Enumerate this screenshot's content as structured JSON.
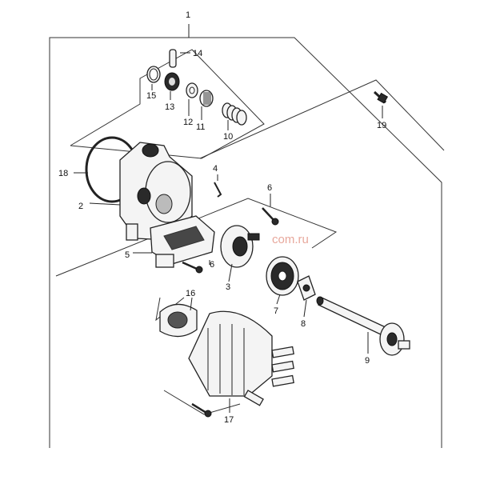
{
  "labels": {
    "l1": "1",
    "l2": "2",
    "l3": "3",
    "l4": "4",
    "l5": "5",
    "l6a": "6",
    "l6b": "6",
    "l7": "7",
    "l8": "8",
    "l9": "9",
    "l10": "10",
    "l11": "11",
    "l12": "12",
    "l13": "13",
    "l14": "14",
    "l15": "15",
    "l16": "16",
    "l17": "17",
    "l18": "18",
    "l19": "19"
  },
  "watermark": {
    "text": "com.ru"
  }
}
